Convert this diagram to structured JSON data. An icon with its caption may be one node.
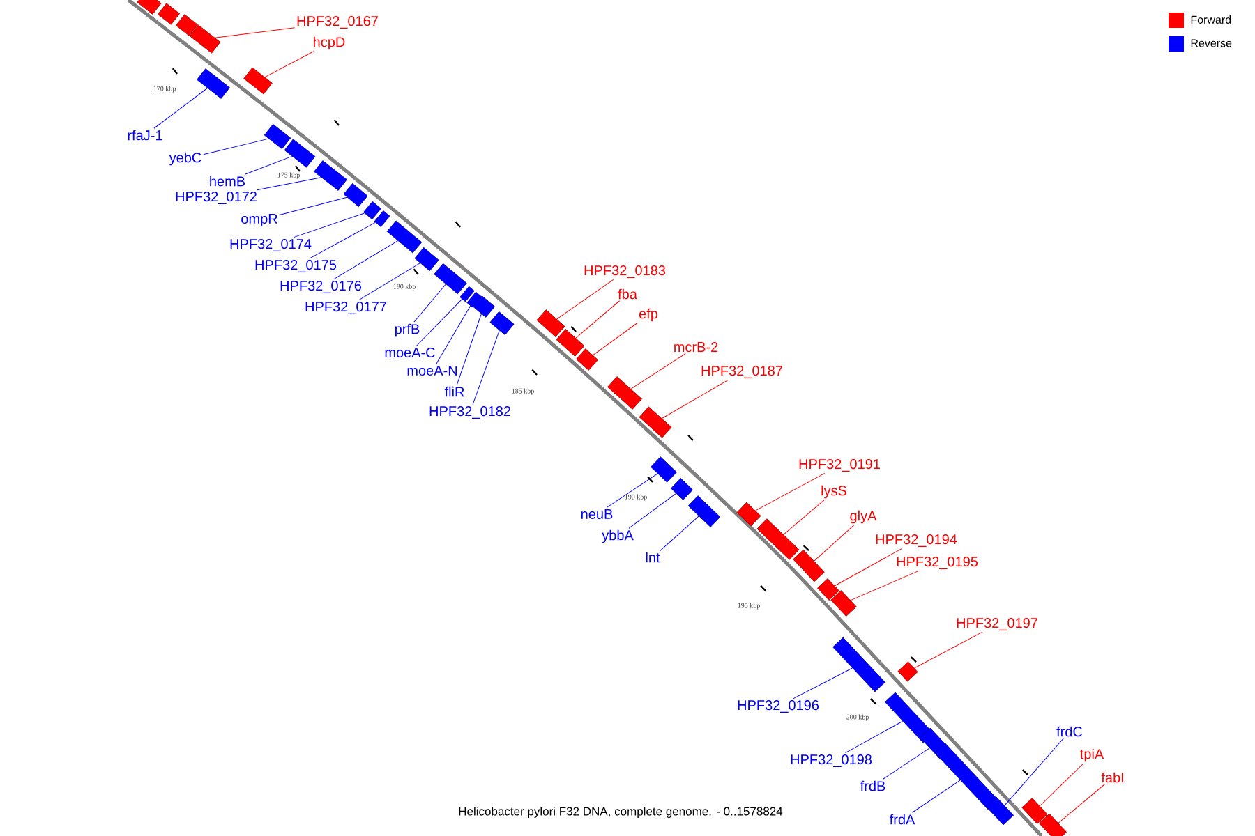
{
  "diagram": {
    "caption": "Helicobacter pylori F32 DNA, complete genome. - 0..1578824",
    "nodes": [
      {
        "text": [],
        "shape": "bar"
      },
      {
        "text": [],
        "shape": "bar"
      },
      {
        "text": [],
        "shape": "bar"
      },
      {
        "text": [
          "HPF32_0167"
        ]
      },
      {
        "text": [],
        "shape": "bar"
      },
      {
        "text": [
          "hcpD"
        ]
      },
      {
        "text": [],
        "shape": "bar"
      },
      {
        "text": [
          "rfaJ-1"
        ]
      },
      {
        "text": [],
        "shape": "bar"
      },
      {
        "text": [
          "yebC"
        ]
      },
      {
        "text": [],
        "shape": "bar"
      },
      {
        "text": [
          "hemB"
        ]
      },
      {
        "text": [],
        "shape": "bar"
      },
      {
        "text": [
          "HPF32_0172"
        ]
      },
      {
        "text": [],
        "shape": "bar"
      },
      {
        "text": [
          "ompR"
        ]
      },
      {
        "text": [],
        "shape": "bar"
      },
      {
        "text": [
          "HPF32_0174"
        ]
      },
      {
        "text": [],
        "shape": "bar"
      },
      {
        "text": [
          "HPF32_0175"
        ]
      },
      {
        "text": [],
        "shape": "bar"
      },
      {
        "text": [
          "HPF32_0176"
        ]
      },
      {
        "text": [],
        "shape": "bar"
      },
      {
        "text": [
          "HPF32_0177"
        ]
      },
      {
        "text": [],
        "shape": "bar"
      },
      {
        "text": [
          "prfB"
        ]
      },
      {
        "text": [],
        "shape": "bar"
      },
      {
        "text": [
          "moeA-C"
        ]
      },
      {
        "text": [],
        "shape": "bar"
      },
      {
        "text": [
          "moeA-N"
        ]
      },
      {
        "text": [],
        "shape": "bar"
      },
      {
        "text": [
          "fliR"
        ]
      },
      {
        "text": [],
        "shape": "bar"
      },
      {
        "text": [
          "HPF32_0182"
        ]
      },
      {
        "text": [],
        "shape": "bar"
      },
      {
        "text": [
          "HPF32_0183"
        ]
      },
      {
        "text": [],
        "shape": "bar"
      },
      {
        "text": [
          "fba"
        ]
      },
      {
        "text": [],
        "shape": "bar"
      },
      {
        "text": [
          "efp"
        ]
      },
      {
        "text": [],
        "shape": "bar"
      },
      {
        "text": [
          "mcrB-2"
        ]
      },
      {
        "text": [],
        "shape": "bar"
      },
      {
        "text": [
          "HPF32_0187"
        ]
      },
      {
        "text": [],
        "shape": "bar"
      },
      {
        "text": [
          "neuB"
        ]
      },
      {
        "text": [],
        "shape": "bar"
      },
      {
        "text": [
          "ybbA"
        ]
      },
      {
        "text": [],
        "shape": "bar"
      },
      {
        "text": [
          "lnt"
        ]
      },
      {
        "text": [],
        "shape": "bar"
      },
      {
        "text": [
          "HPF32_0191"
        ]
      },
      {
        "text": [],
        "shape": "bar"
      },
      {
        "text": [
          "lysS"
        ]
      },
      {
        "text": [],
        "shape": "bar"
      },
      {
        "text": [
          "glyA"
        ]
      },
      {
        "text": [],
        "shape": "bar"
      },
      {
        "text": [
          "HPF32_0194"
        ]
      },
      {
        "text": [],
        "shape": "bar"
      },
      {
        "text": [
          "HPF32_0195"
        ]
      },
      {
        "text": [],
        "shape": "bar"
      },
      {
        "text": [
          "HPF32_0197"
        ]
      },
      {
        "text": [],
        "shape": "bar"
      },
      {
        "text": [
          "HPF32_0196"
        ]
      },
      {
        "text": [],
        "shape": "bar"
      },
      {
        "text": [
          "HPF32_0198"
        ]
      },
      {
        "text": [],
        "shape": "bar"
      },
      {
        "text": [
          "frdB"
        ]
      },
      {
        "text": [],
        "shape": "bar"
      },
      {
        "text": [
          "frdA"
        ]
      },
      {
        "text": [],
        "shape": "bar"
      },
      {
        "text": [
          "frdC"
        ]
      },
      {
        "text": [],
        "shape": "bar"
      },
      {
        "text": [
          "tpiA"
        ]
      },
      {
        "text": [],
        "shape": "bar"
      },
      {
        "text": [
          "fabI"
        ]
      },
      {
        "text": [],
        "shape": "bar"
      }
    ],
    "edges": [
      {
        "from": 3,
        "to": 4,
        "arrow": "none",
        "color": "#ff0000"
      },
      {
        "from": 5,
        "to": 6,
        "arrow": "none",
        "color": "#ff0000"
      },
      {
        "from": 7,
        "to": 8,
        "arrow": "none",
        "color": "#0000ff"
      },
      {
        "from": 9,
        "to": 10,
        "arrow": "none",
        "color": "#0000ff"
      },
      {
        "from": 11,
        "to": 12,
        "arrow": "none",
        "color": "#0000ff"
      },
      {
        "from": 13,
        "to": 14,
        "arrow": "none",
        "color": "#0000ff"
      },
      {
        "from": 15,
        "to": 16,
        "arrow": "none",
        "color": "#0000ff"
      },
      {
        "from": 17,
        "to": 18,
        "arrow": "none",
        "color": "#0000ff"
      },
      {
        "from": 19,
        "to": 20,
        "arrow": "none",
        "color": "#0000ff"
      },
      {
        "from": 21,
        "to": 22,
        "arrow": "none",
        "color": "#0000ff"
      },
      {
        "from": 23,
        "to": 24,
        "arrow": "none",
        "color": "#0000ff"
      },
      {
        "from": 25,
        "to": 26,
        "arrow": "none",
        "color": "#0000ff"
      },
      {
        "from": 27,
        "to": 28,
        "arrow": "none",
        "color": "#0000ff"
      },
      {
        "from": 29,
        "to": 30,
        "arrow": "none",
        "color": "#0000ff"
      },
      {
        "from": 31,
        "to": 32,
        "arrow": "none",
        "color": "#0000ff"
      },
      {
        "from": 33,
        "to": 34,
        "arrow": "none",
        "color": "#0000ff"
      },
      {
        "from": 35,
        "to": 36,
        "arrow": "none",
        "color": "#ff0000"
      },
      {
        "from": 37,
        "to": 38,
        "arrow": "none",
        "color": "#ff0000"
      },
      {
        "from": 39,
        "to": 40,
        "arrow": "none",
        "color": "#ff0000"
      },
      {
        "from": 41,
        "to": 42,
        "arrow": "none",
        "color": "#ff0000"
      },
      {
        "from": 43,
        "to": 44,
        "arrow": "none",
        "color": "#ff0000"
      },
      {
        "from": 45,
        "to": 46,
        "arrow": "none",
        "color": "#0000ff"
      },
      {
        "from": 47,
        "to": 48,
        "arrow": "none",
        "color": "#0000ff"
      },
      {
        "from": 49,
        "to": 50,
        "arrow": "none",
        "color": "#0000ff"
      },
      {
        "from": 51,
        "to": 52,
        "arrow": "none",
        "color": "#ff0000"
      },
      {
        "from": 53,
        "to": 54,
        "arrow": "none",
        "color": "#ff0000"
      },
      {
        "from": 55,
        "to": 56,
        "arrow": "none",
        "color": "#ff0000"
      },
      {
        "from": 57,
        "to": 58,
        "arrow": "none",
        "color": "#ff0000"
      },
      {
        "from": 59,
        "to": 60,
        "arrow": "none",
        "color": "#ff0000"
      },
      {
        "from": 61,
        "to": 62,
        "arrow": "none",
        "color": "#ff0000"
      },
      {
        "from": 63,
        "to": 64,
        "arrow": "none",
        "color": "#0000ff"
      },
      {
        "from": 65,
        "to": 66,
        "arrow": "none",
        "color": "#0000ff"
      },
      {
        "from": 67,
        "to": 68,
        "arrow": "none",
        "color": "#0000ff"
      },
      {
        "from": 69,
        "to": 70,
        "arrow": "none",
        "color": "#0000ff"
      },
      {
        "from": 71,
        "to": 72,
        "arrow": "none",
        "color": "#0000ff"
      },
      {
        "from": 73,
        "to": 74,
        "arrow": "none",
        "color": "#ff0000"
      },
      {
        "from": 75,
        "to": 76,
        "arrow": "none",
        "color": "#ff0000"
      }
    ],
    "labels": [
      "170 kbp",
      "175 kbp",
      "180 kbp",
      "185 kbp",
      "190 kbp",
      "195 kbp",
      "200 kbp"
    ],
    "legend": [
      {
        "text": "Forward",
        "color": "#ff0000"
      },
      {
        "text": "Reverse",
        "color": "#0000ff"
      }
    ]
  }
}
